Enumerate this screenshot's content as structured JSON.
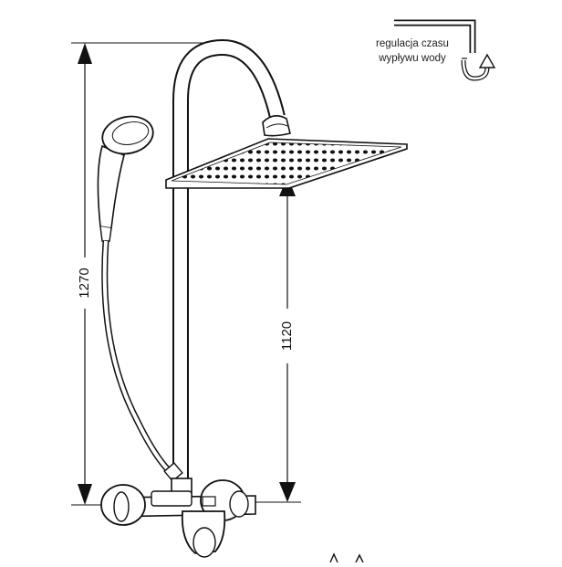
{
  "dimensions": {
    "overall_height": "1270",
    "head_height": "1120"
  },
  "note": {
    "line1": "regulacja czasu",
    "line2": "wypływu wody"
  },
  "icons": [
    "allen-key-icon",
    "rotation-arrow-icon"
  ]
}
